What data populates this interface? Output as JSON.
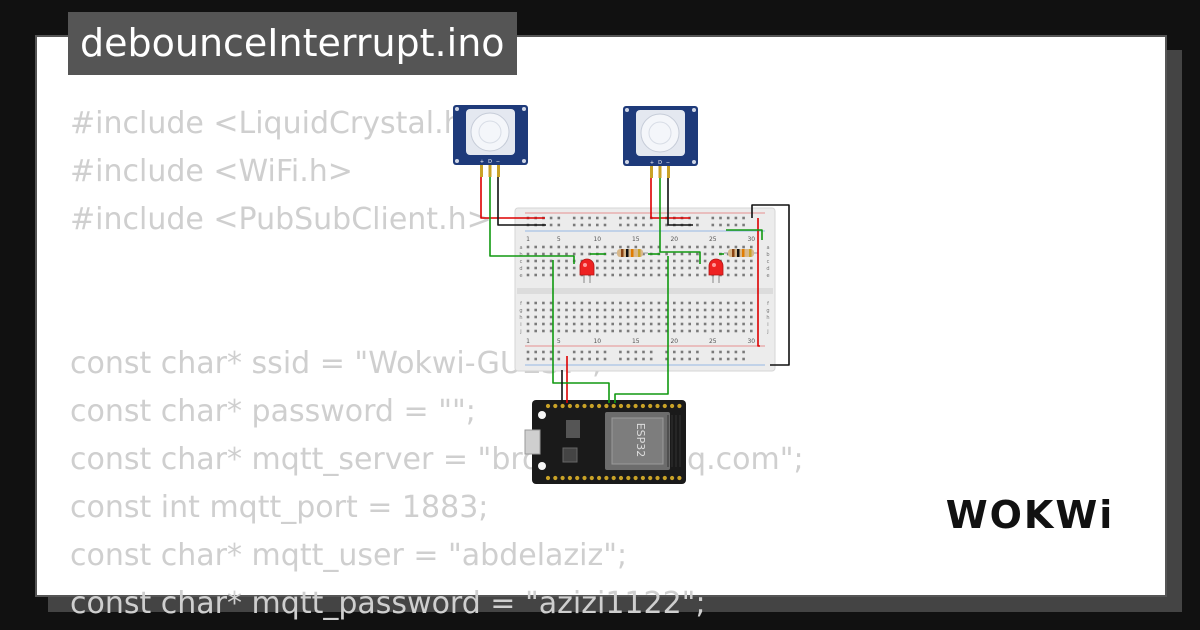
{
  "title": "debounceInterrupt.ino",
  "code_lines": [
    "#include <LiquidCrystal.h>",
    "#include <WiFi.h>",
    "#include <PubSubClient.h>",
    "",
    "",
    "const char* ssid = \"Wokwi-GUEST\";",
    "const char* password = \"\";",
    "const char* mqtt_server = \"broker.hivemq.com\";",
    "const int mqtt_port = 1883;",
    "const char* mqtt_user = \"abdelaziz\";",
    "const char* mqtt_password = \"azizi1122\";"
  ],
  "diagram": {
    "breadboard_numbers": [
      "1",
      "5",
      "10",
      "15",
      "20",
      "25",
      "30"
    ],
    "row_letters_top": [
      "a",
      "b",
      "c",
      "d",
      "e"
    ],
    "row_letters_bottom": [
      "f",
      "g",
      "h",
      "i",
      "j"
    ],
    "esp_label": "ESP32",
    "pir_pin_labels": [
      "+",
      "D",
      "−"
    ]
  },
  "logo": "WOKWi",
  "colors": {
    "background": "#111111",
    "card": "#ffffff",
    "title_bg": "#555555",
    "code_text": "#cfcfcf",
    "wire_red": "#dd0000",
    "wire_green": "#119911",
    "wire_black": "#111111",
    "pir_board": "#1e3a7a",
    "led_red": "#ee2222"
  }
}
